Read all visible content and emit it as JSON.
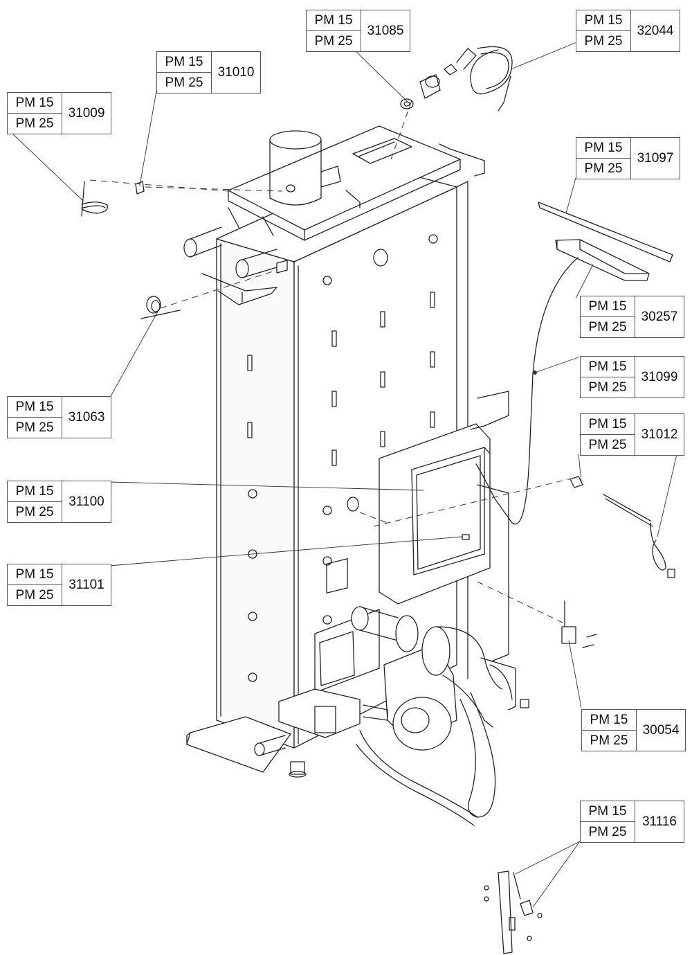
{
  "callouts": [
    {
      "id": "c31085",
      "models": [
        "PM 15",
        "PM 25"
      ],
      "part": "31085"
    },
    {
      "id": "c32044",
      "models": [
        "PM 15",
        "PM 25"
      ],
      "part": "32044"
    },
    {
      "id": "c31010",
      "models": [
        "PM 15",
        "PM 25"
      ],
      "part": "31010"
    },
    {
      "id": "c31009",
      "models": [
        "PM 15",
        "PM 25"
      ],
      "part": "31009"
    },
    {
      "id": "c31097",
      "models": [
        "PM 15",
        "PM 25"
      ],
      "part": "31097"
    },
    {
      "id": "c30257",
      "models": [
        "PM 15",
        "PM 25"
      ],
      "part": "30257"
    },
    {
      "id": "c31099",
      "models": [
        "PM 15",
        "PM 25"
      ],
      "part": "31099"
    },
    {
      "id": "c31063",
      "models": [
        "PM 15",
        "PM 25"
      ],
      "part": "31063"
    },
    {
      "id": "c31012",
      "models": [
        "PM 15",
        "PM 25"
      ],
      "part": "31012"
    },
    {
      "id": "c31100",
      "models": [
        "PM 15",
        "PM 25"
      ],
      "part": "31100"
    },
    {
      "id": "c31101",
      "models": [
        "PM 15",
        "PM 25"
      ],
      "part": "31101"
    },
    {
      "id": "c30054",
      "models": [
        "PM 15",
        "PM 25"
      ],
      "part": "30054"
    },
    {
      "id": "c31116",
      "models": [
        "PM 15",
        "PM 25"
      ],
      "part": "31116"
    }
  ]
}
